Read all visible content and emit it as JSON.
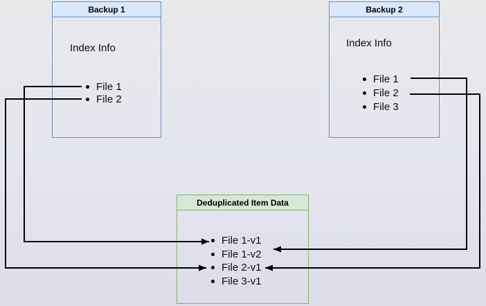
{
  "diagram": {
    "backup1": {
      "title": "Backup 1",
      "index_label": "Index Info",
      "files": [
        "File 1",
        "File 2"
      ]
    },
    "backup2": {
      "title": "Backup 2",
      "index_label": "Index Info",
      "files": [
        "File 1",
        "File 2",
        "File 3"
      ]
    },
    "dedup": {
      "title": "Deduplicated Item Data",
      "items": [
        "File 1-v1",
        "File 1-v2",
        "File 2-v1",
        "File 3-v1"
      ]
    },
    "connections": [
      {
        "from": "Backup 1 / File 1",
        "to": "File 1-v1"
      },
      {
        "from": "Backup 1 / File 2",
        "to": "File 2-v1"
      },
      {
        "from": "Backup 2 / File 1",
        "to": "File 1-v2"
      },
      {
        "from": "Backup 2 / File 2",
        "to": "File 2-v1"
      }
    ],
    "colors": {
      "blue_fill": "#dae8fc",
      "blue_border": "#6c8ebf",
      "green_fill": "#d5e8d4",
      "green_border": "#82b366",
      "connector": "#000000"
    }
  }
}
